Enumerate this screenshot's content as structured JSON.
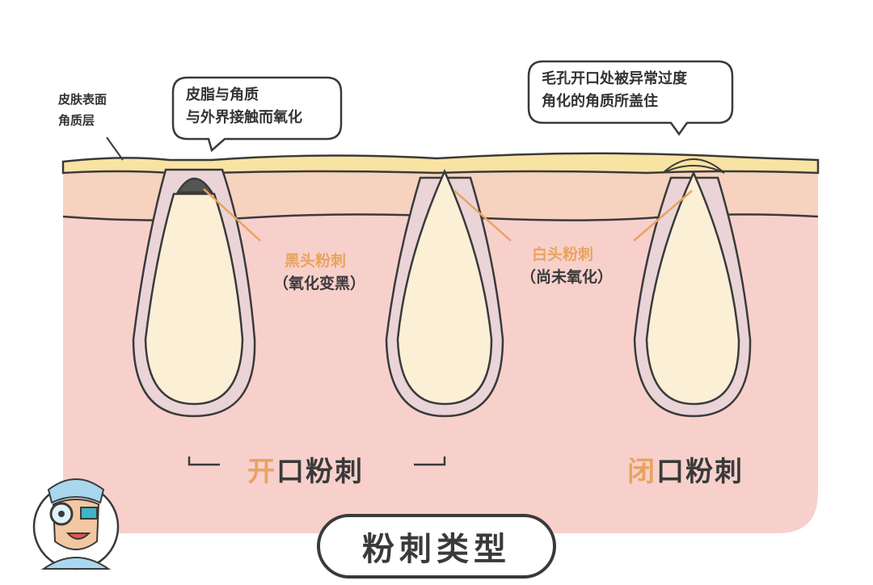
{
  "labels": {
    "skin_surface": [
      "皮肤表面",
      "角质层"
    ],
    "sebum_callout": [
      "皮脂与角质",
      "与外界接触而氧化"
    ],
    "closed_callout": [
      "毛孔开口处被异常过度",
      "角化的角质所盖住"
    ],
    "blackhead": "黑头粉刺",
    "blackhead_note": "（氧化变黑）",
    "whitehead": "白头粉刺",
    "whitehead_note": "（尚未氧化）"
  },
  "categories": {
    "open_prefix": "开",
    "open_rest": "口粉刺",
    "closed_prefix": "闭",
    "closed_rest": "口粉刺"
  },
  "title": "粉刺类型",
  "colors": {
    "skin_bg": "#f7d0cc",
    "dermis": "#f6d2bf",
    "stratum": "#f9e3a3",
    "follicle": "#fbefd6",
    "outline": "#3a3a3a",
    "accent": "#e9a35e",
    "blackhead": "#555555"
  }
}
